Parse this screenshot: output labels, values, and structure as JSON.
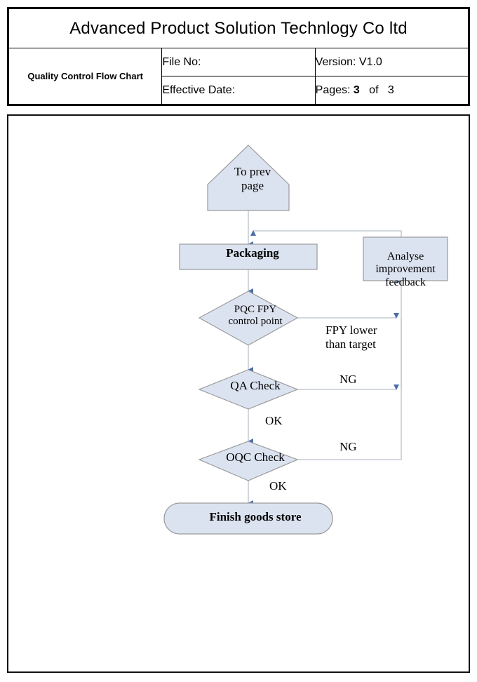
{
  "header": {
    "company_title": "Advanced Product Solution Technlogy Co ltd",
    "doc_label": "Quality Control Flow Chart",
    "file_no_label": "File No:",
    "effective_date_label": "Effective Date:",
    "version_label": "Version: V1.0",
    "pages_label": "Pages:",
    "pages_current": "3",
    "pages_of": "of",
    "pages_total": "3"
  },
  "flowchart": {
    "nodes": {
      "to_prev_page": "To prev\npage",
      "packaging": "Packaging",
      "pqc_control": "PQC  FPY\ncontrol point",
      "analyse_feedback": "Analyse\nimprovement\nfeedback",
      "qa_check": "QA Check",
      "oqc_check": "OQC Check",
      "finish_goods_store": "Finish goods store"
    },
    "edge_labels": {
      "fpy_lower": "FPY lower\nthan target",
      "qa_ng": "NG",
      "qa_ok": "OK",
      "oqc_ng": "NG",
      "oqc_ok": "OK"
    }
  },
  "colors": {
    "shape_fill": "#dce3f0",
    "shape_stroke": "#9a9a9a",
    "connector": "#b9bfc9",
    "arrowhead": "#4a6fa5",
    "frame_border": "#111111",
    "table_border": "#000000"
  }
}
